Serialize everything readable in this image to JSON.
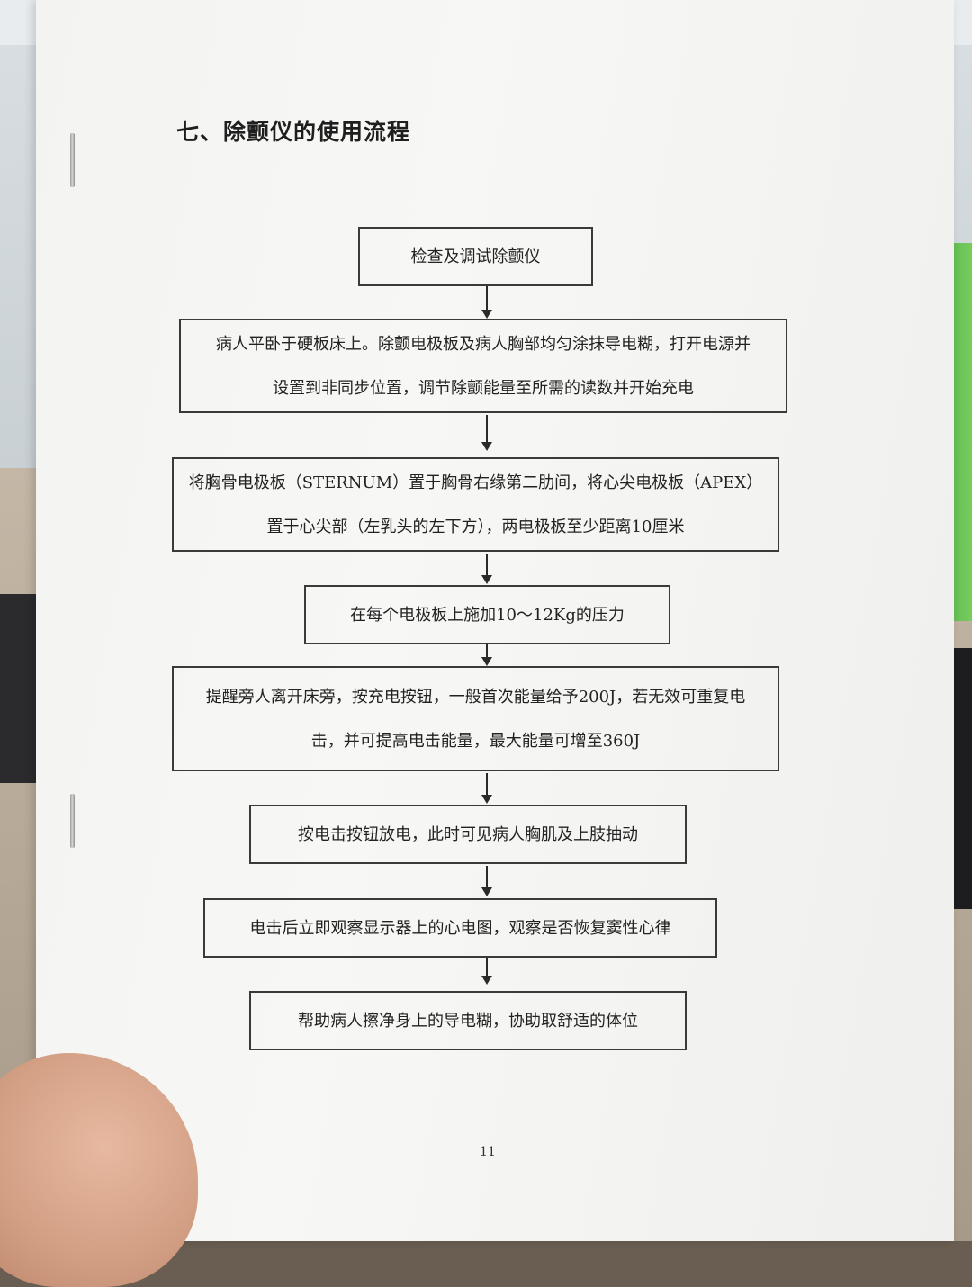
{
  "document": {
    "title": "七、除颤仪的使用流程",
    "page_number": "11"
  },
  "flowchart": {
    "steps": [
      {
        "lines": [
          "检查及调试除颤仪"
        ]
      },
      {
        "lines": [
          "病人平卧于硬板床上。除颤电极板及病人胸部均匀涂抹导电糊，打开电源并",
          "设置到非同步位置，调节除颤能量至所需的读数并开始充电"
        ]
      },
      {
        "lines": [
          "将胸骨电极板（STERNUM）置于胸骨右缘第二肋间，将心尖电极板（APEX）",
          "置于心尖部（左乳头的左下方），两电极板至少距离10厘米"
        ]
      },
      {
        "lines": [
          "在每个电极板上施加10～12Kg的压力"
        ]
      },
      {
        "lines": [
          "提醒旁人离开床旁，按充电按钮，一般首次能量给予200J，若无效可重复电",
          "击，并可提高电击能量，最大能量可增至360J"
        ]
      },
      {
        "lines": [
          "按电击按钮放电，此时可见病人胸肌及上肢抽动"
        ]
      },
      {
        "lines": [
          "电击后立即观察显示器上的心电图，观察是否恢复窦性心律"
        ]
      },
      {
        "lines": [
          "帮助病人擦净身上的导电糊，协助取舒适的体位"
        ]
      }
    ]
  }
}
